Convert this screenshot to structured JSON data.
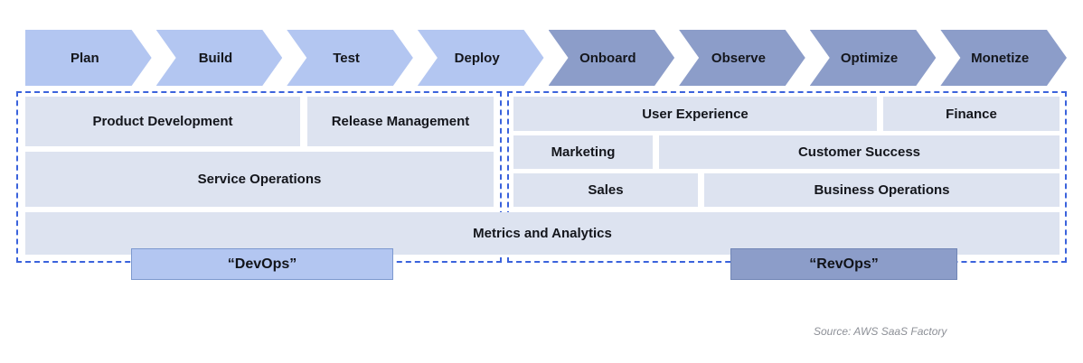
{
  "colors": {
    "chevron_light": "#b3c6f1",
    "chevron_dark": "#8c9dc9",
    "box_fill": "#dde3f0",
    "dashed_border_blue": "#3b63dc",
    "devops_tag_fill": "#b3c6f1",
    "devops_tag_border": "#7d99cf",
    "revops_tag_fill": "#8c9dc9",
    "revops_tag_border": "#7186b6",
    "text": "#14161c",
    "source_text": "#8d9097"
  },
  "chevrons": {
    "items": [
      {
        "label": "Plan",
        "phase": "dev"
      },
      {
        "label": "Build",
        "phase": "dev"
      },
      {
        "label": "Test",
        "phase": "dev"
      },
      {
        "label": "Deploy",
        "phase": "dev"
      },
      {
        "label": "Onboard",
        "phase": "rev"
      },
      {
        "label": "Observe",
        "phase": "rev"
      },
      {
        "label": "Optimize",
        "phase": "rev"
      },
      {
        "label": "Monetize",
        "phase": "rev"
      }
    ]
  },
  "dev_group": {
    "boxes": {
      "product_development": "Product Development",
      "release_management": "Release Management",
      "service_operations": "Service Operations"
    },
    "tag": "“DevOps”"
  },
  "rev_group": {
    "boxes": {
      "user_experience": "User Experience",
      "finance": "Finance",
      "marketing": "Marketing",
      "customer_success": "Customer Success",
      "sales": "Sales",
      "business_operations": "Business Operations"
    },
    "tag": "“RevOps”"
  },
  "shared": {
    "metrics_and_analytics": "Metrics and Analytics"
  },
  "footer": {
    "source": "Source: AWS SaaS Factory"
  }
}
